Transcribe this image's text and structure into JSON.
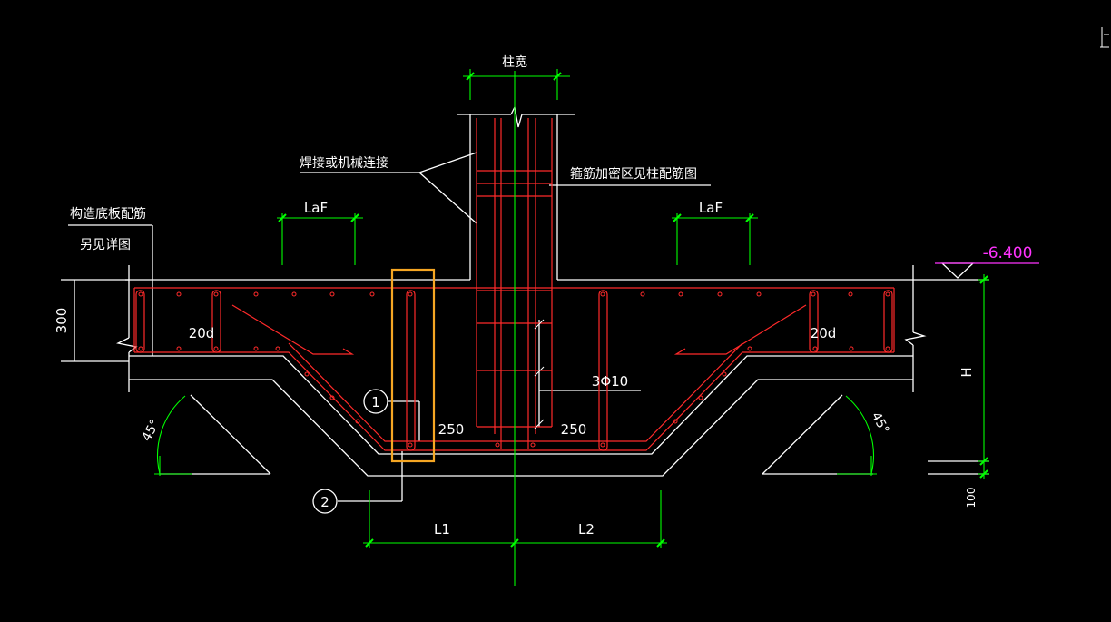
{
  "drawing": {
    "colors": {
      "background": "#000000",
      "outline": "#ffffff",
      "rebar": "#ff2a2a",
      "dimension": "#00ff00",
      "elevation": "#ff33ff",
      "highlight": "#f5a623"
    },
    "labels": {
      "column_width": "柱宽",
      "weld_or_mech": "焊接或机械连接",
      "stirrup_note": "箍筋加密区见柱配筋图",
      "slab_rebar_line1": "构造底板配筋",
      "slab_rebar_line2": "另见详图",
      "laf_left": "LaF",
      "laf_right": "LaF",
      "elevation": "-6.400",
      "dim_300": "300",
      "anchor_left": "20d",
      "anchor_right": "20d",
      "dim_250_left": "250",
      "dim_250_right": "250",
      "bar_spec": "3Φ10",
      "dim_h": "H",
      "dim_100": "100",
      "dim_l1": "L1",
      "dim_l2": "L2",
      "angle_left": "45°",
      "angle_right": "45°",
      "callout_1": "1",
      "callout_2": "2"
    }
  }
}
